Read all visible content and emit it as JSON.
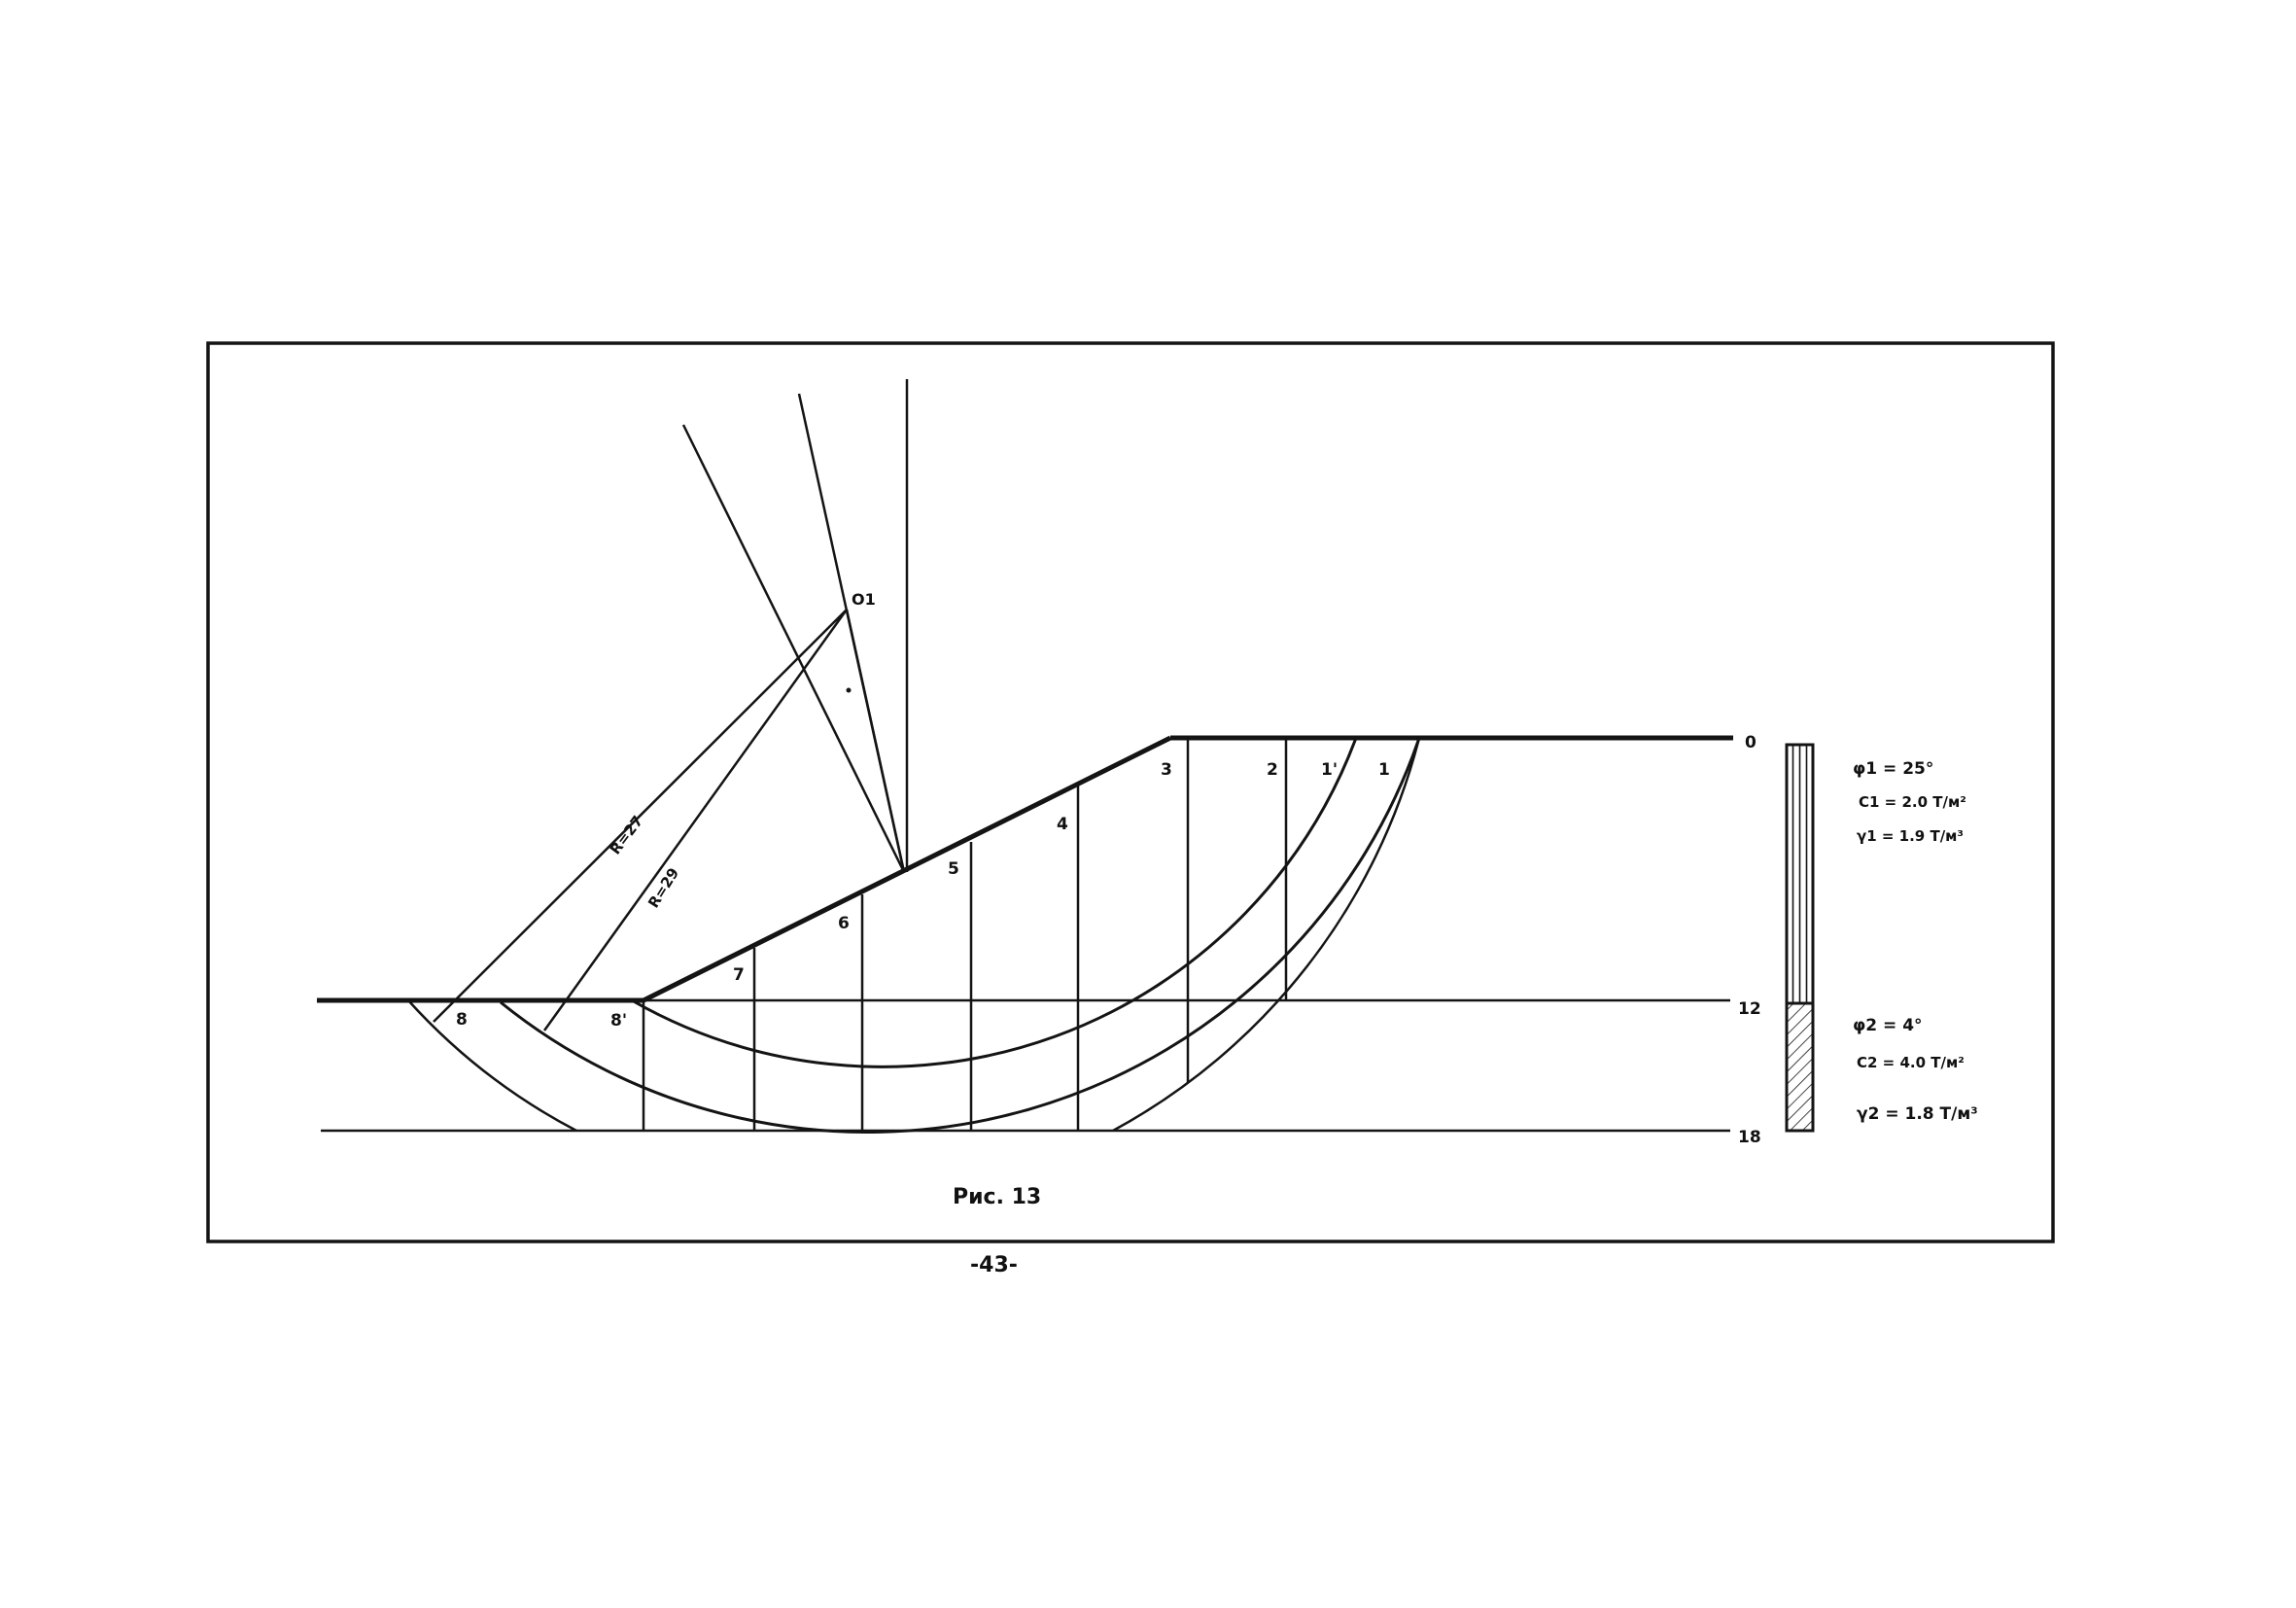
{
  "figure": {
    "caption": "Рис. 13",
    "page_number": "-43-"
  },
  "levels": {
    "top": "0",
    "middle": "12",
    "bottom": "18"
  },
  "radii": {
    "r1": "R=27",
    "r2": "R=29"
  },
  "center_label": "O1",
  "slices": {
    "s1": "1",
    "s1p": "1'",
    "s2": "2",
    "s3": "3",
    "s4": "4",
    "s5": "5",
    "s6": "6",
    "s7": "7",
    "s8": "8",
    "s8p": "8'"
  },
  "layers": {
    "upper": {
      "phi": "φ1 = 25°",
      "c": "C1 = 2.0 T/м²",
      "gamma": "γ1 = 1.9 T/м³"
    },
    "lower": {
      "phi": "φ2 = 4°",
      "c": "C2 = 4.0 T/м²",
      "gamma": "γ2 = 1.8 T/м³"
    }
  },
  "colors": {
    "ink": "#141414",
    "paper": "#ffffff"
  }
}
